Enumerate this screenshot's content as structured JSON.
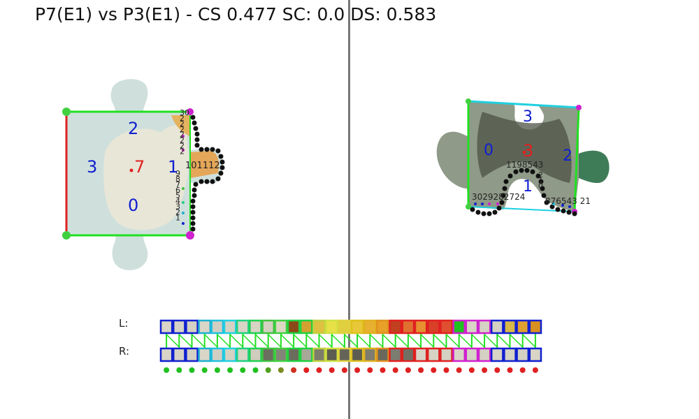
{
  "title": "P7(E1) vs P3(E1) - CS 0.477 SC: 0.0 DS: 0.583",
  "left_piece": {
    "id_label": "7",
    "edge_labels": [
      "0",
      "1",
      "2",
      "3"
    ],
    "contour_numbers_vertical": "30\n2\n2\n2\n2\n2\n2\n2",
    "contour_numbers_tab": "101112",
    "contour_numbers_side": "9\n8\n7\n6\n5\n4\n3\n2\n1"
  },
  "right_piece": {
    "id_label": "3",
    "edge_labels": [
      "0",
      "1",
      "2",
      "3"
    ],
    "contour_numbers_top": "1198543",
    "contour_numbers_right": "2\n1\n0",
    "contour_numbers_bottom_left": "3029282724",
    "contour_numbers_bottom_right": "876543 21"
  },
  "strip": {
    "left_label": "L:",
    "right_label": "R:",
    "L_colors": [
      "#d8d4c8",
      "#d6d2c6",
      "#d4d0c4",
      "#d9d6c8",
      "#d2cfc2",
      "#d5d2c4",
      "#d8d4c6",
      "#d7d3c5",
      "#d4d0c2",
      "#ddd8c4",
      "#8a4a18",
      "#d4a030",
      "#e0c040",
      "#e8e048",
      "#e0d040",
      "#e8c838",
      "#e8b030",
      "#e8a028",
      "#c04020",
      "#e07030",
      "#e89030",
      "#d84028",
      "#e05030",
      "#20c020",
      "#d8d4c6",
      "#d6d2c4",
      "#d4d0c2",
      "#d8b848",
      "#e0a030",
      "#d89020"
    ],
    "L_borders": [
      "#1020d0",
      "#1020d0",
      "#1020d0",
      "#20b0d0",
      "#20c0e0",
      "#20d0e0",
      "#20d080",
      "#20d050",
      "#40c040",
      "#40d040",
      "#20d040",
      "#20d040",
      "#c0d040",
      "#d0e040",
      "#e0d040",
      "#e0c020",
      "#e0b020",
      "#e09020",
      "#e02020",
      "#e02020",
      "#e02020",
      "#e02020",
      "#e02020",
      "#d020d0",
      "#d020d0",
      "#d020d0",
      "#1020d0",
      "#1020d0",
      "#1020d0",
      "#1020d0"
    ],
    "R_colors": [
      "#d8d4c8",
      "#d6d2c6",
      "#d4d0c4",
      "#d9d6c8",
      "#d2cfc2",
      "#d5d2c4",
      "#d8d4c6",
      "#d0ccbe",
      "#6c6e60",
      "#848478",
      "#6c6c5c",
      "#a8a898",
      "#7c7c6c",
      "#5c5c50",
      "#646458",
      "#5c5c50",
      "#7c7c70",
      "#68685c",
      "#7c7c70",
      "#707064",
      "#d8d4c6",
      "#d6d2c4",
      "#d4d0c2",
      "#d8d4c6",
      "#d6d2c4",
      "#d4d0c2",
      "#d8d4c6",
      "#d6d2c4",
      "#d4d0c2",
      "#d8d4c6"
    ],
    "R_borders": [
      "#1020d0",
      "#1020d0",
      "#1020d0",
      "#20b0d0",
      "#20c0e0",
      "#20d0e0",
      "#20d080",
      "#20d050",
      "#40c040",
      "#40d040",
      "#20d040",
      "#20d040",
      "#c0d040",
      "#d0e040",
      "#e0d040",
      "#e0c020",
      "#e0b020",
      "#e09020",
      "#e02020",
      "#e02020",
      "#e02020",
      "#e02020",
      "#e02020",
      "#d020d0",
      "#d020d0",
      "#d020d0",
      "#1020d0",
      "#1020d0",
      "#1020d0",
      "#1020d0"
    ],
    "dot_colors": [
      "#20c020",
      "#20c020",
      "#20c020",
      "#20c020",
      "#20c020",
      "#20c020",
      "#20c020",
      "#20c020",
      "#50a020",
      "#7a8a20",
      "#d03020",
      "#e02020",
      "#e02020",
      "#e02020",
      "#e02020",
      "#e02020",
      "#e02020",
      "#e02020",
      "#e02020",
      "#e02020",
      "#e02020",
      "#e02020",
      "#e02020",
      "#e02020",
      "#e02020",
      "#e02020",
      "#e02020",
      "#e02020",
      "#e02020",
      "#e02020"
    ]
  }
}
